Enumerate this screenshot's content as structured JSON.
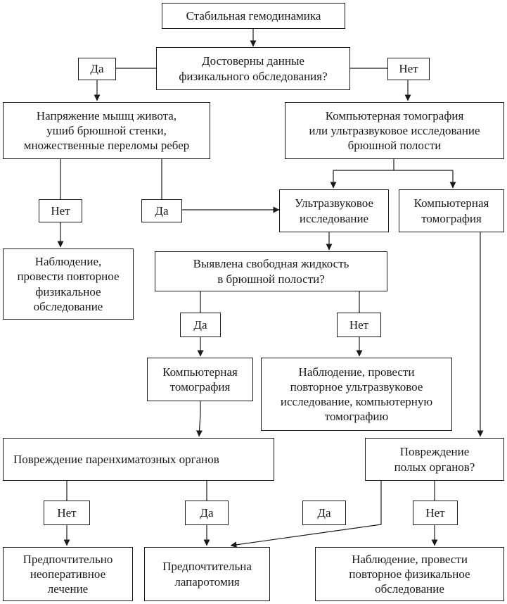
{
  "nodes": {
    "stable": "Стабильная гемодинамика",
    "reliable": "Достоверны данные\nфизикального обследования?",
    "signs": "Напряжение мышц живота,\nушиб брюшной стенки,\nмножественные переломы ребер",
    "ct_or_us": "Компьютерная томография\nили ультразвуковое исследование\nбрюшной полости",
    "us": "Ультразвуковое\nисследование",
    "ct_right": "Компьютерная\nтомография",
    "observe_exam": "Наблюдение,\nпровести повторное\nфизикальное\nобследование",
    "free_fluid": "Выявлена свободная жидкость\nв брюшной полости?",
    "ct_middle": "Компьютерная\nтомография",
    "observe_us": "Наблюдение, провести\nповторное ультразвуковое\nисследование, компьютерную\nтомографию",
    "parenchymal": "Повреждение паренхиматозных органов",
    "hollow": "Повреждение\nполых органов?",
    "nonoperative": "Предпочтительно\nнеоперативное\nлечение",
    "laparotomy": "Предпочтительна\nлапаротомия",
    "observe_final": "Наблюдение, провести\nповторное физикальное\nобследование"
  },
  "labels": {
    "reliable_yes": "Да",
    "reliable_no": "Нет",
    "signs_no": "Нет",
    "signs_yes": "Да",
    "fluid_yes": "Да",
    "fluid_no": "Нет",
    "parenchymal_no": "Нет",
    "parenchymal_yes": "Да",
    "hollow_yes": "Да",
    "hollow_no": "Нет"
  }
}
